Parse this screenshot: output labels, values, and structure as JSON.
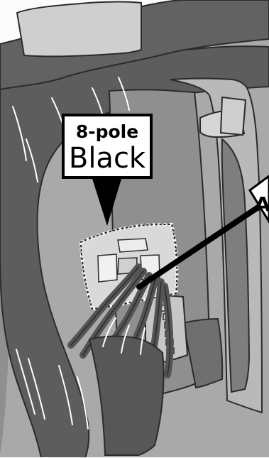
{
  "callout_main": {
    "title": "8-pole",
    "subtitle": "Black"
  },
  "callout_side": {
    "text": "A"
  },
  "colors": {
    "background": "#a9a9a9",
    "panel_dark": "#7b7b7b",
    "panel_mid": "#8f8f8f",
    "panel_light": "#c2c2c2",
    "strap": "#5d5d5d",
    "outline": "#2b2b2b",
    "connector_fill": "#d7d7d7",
    "white": "#ffffff"
  }
}
